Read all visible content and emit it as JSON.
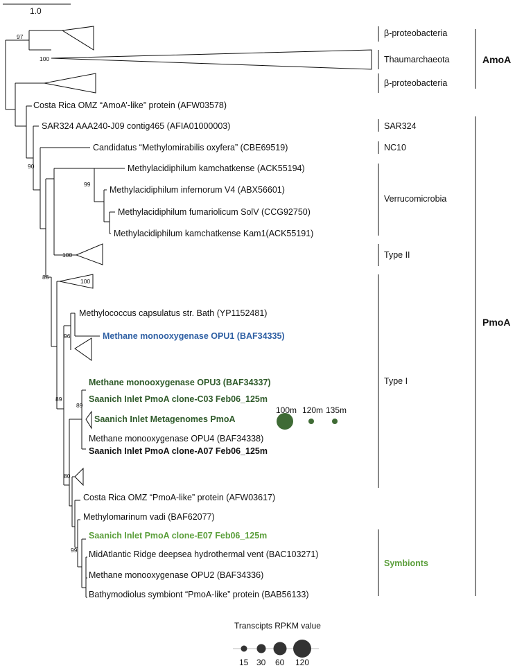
{
  "scale_label": "1.0",
  "taxa": {
    "costa_rica_amoa": "Costa Rica OMZ “AmoA’-like” protein (AFW03578)",
    "sar324": "SAR324 AAA240-J09 contig465 (AFIA01000003)",
    "methylomirabilis": "Candidatus “Methylomirabilis oxyfera” (CBE69519)",
    "kamchatkense": "Methylacidiphilum kamchatkense (ACK55194)",
    "infernorum": "Methylacidiphilum infernorum V4 (ABX56601)",
    "fumariolicum": "Methylacidiphilum fumariolicum SolV (CCG92750)",
    "kamchatkense_kam1": "Methylacidiphilum kamchatkense Kam1(ACK55191)",
    "methylococcus": "Methylococcus capsulatus str. Bath (YP1152481)",
    "opu1": "Methane monooxygenase OPU1 (BAF34335)",
    "opu3": "Methane monooxygenase OPU3 (BAF34337)",
    "clone_c03": "Saanich Inlet PmoA clone-C03 Feb06_125m",
    "metagenomes": "Saanich Inlet Metagenomes PmoA",
    "opu4": "Methane monooxygenase OPU4 (BAF34338)",
    "clone_a07": "Saanich Inlet PmoA clone-A07 Feb06_125m",
    "costa_rica_pmoa": "Costa Rica OMZ “PmoA-like” protein (AFW03617)",
    "methylomarinum": "Methylomarinum vadi (BAF62077)",
    "clone_e07": "Saanich Inlet PmoA clone-E07 Feb06_125m",
    "midatlantic": "MidAtlantic Ridge deepsea hydrothermal vent (BAC103271)",
    "opu2": "Methane monooxygenase OPU2 (BAF34336)",
    "bathymodiolus": "Bathymodiolus symbiont “PmoA-like” protein (BAB56133)"
  },
  "bootstrap": {
    "b97": "97",
    "b100_thaum": "100",
    "b90": "90",
    "b99_verruco": "99",
    "b100_type2": "100",
    "b86": "86",
    "b100_type1": "100",
    "b96": "96",
    "b89a": "89",
    "b89b": "89",
    "b80": "80",
    "b99_symb": "99"
  },
  "groups": {
    "beta1": "β-proteobacteria",
    "thaum": "Thaumarchaeota",
    "beta2": "β-proteobacteria",
    "sar324": "SAR324",
    "nc10": "NC10",
    "verruco": "Verrucomicrobia",
    "type2": "Type II",
    "type1": "Type I",
    "symbionts": "Symbionts"
  },
  "families": {
    "amoa": "AmoA",
    "pmoa": "PmoA"
  },
  "depth_bubbles": {
    "labels": [
      "100m",
      "120m",
      "135m"
    ],
    "color": "#3f6b35"
  },
  "legend": {
    "title": "Transcipts RPKM value",
    "values": [
      "15",
      "30",
      "60",
      "120"
    ],
    "color": "#333333"
  },
  "colors": {
    "blue": "#2e5fa3",
    "dark_green": "#2f5a2a",
    "light_green": "#5a9e3a"
  }
}
